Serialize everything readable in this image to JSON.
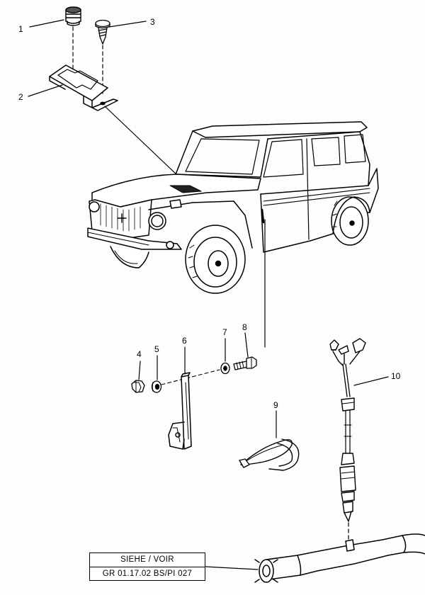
{
  "diagram": {
    "callouts": [
      {
        "id": "1",
        "part": "cap"
      },
      {
        "id": "2",
        "part": "mounting-bracket"
      },
      {
        "id": "3",
        "part": "screw"
      },
      {
        "id": "4",
        "part": "nut"
      },
      {
        "id": "5",
        "part": "washer"
      },
      {
        "id": "6",
        "part": "bracket"
      },
      {
        "id": "7",
        "part": "washer"
      },
      {
        "id": "8",
        "part": "bolt"
      },
      {
        "id": "9",
        "part": "cable-tie"
      },
      {
        "id": "10",
        "part": "oxygen-sensor"
      }
    ],
    "reference": {
      "line1": "SIEHE / VOIR",
      "line2": "GR 01.17.02 BS/PI 027"
    }
  }
}
